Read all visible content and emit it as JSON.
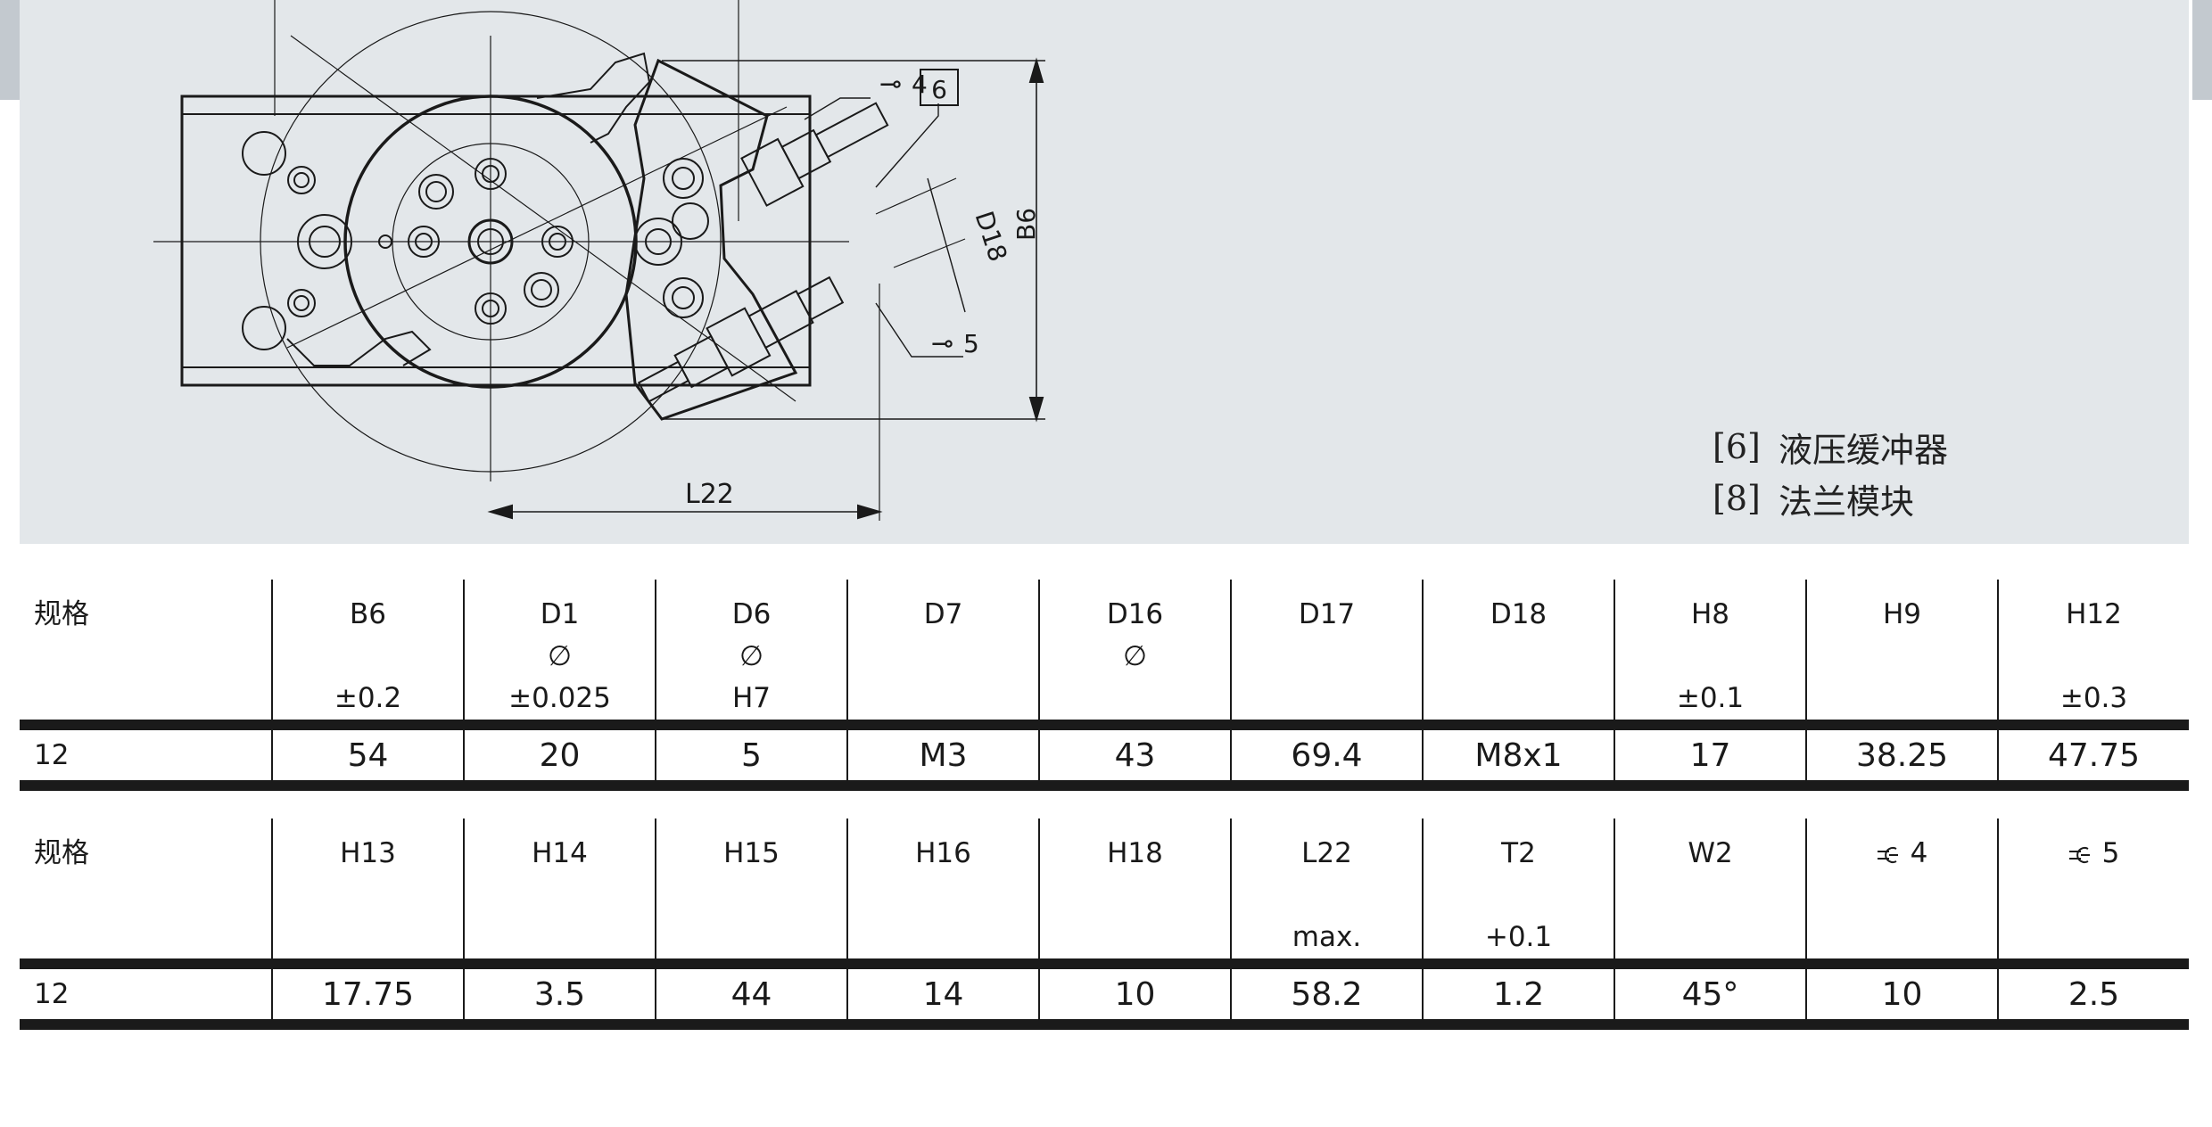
{
  "drawing": {
    "callouts": {
      "wrench4": "4",
      "wrench5": "5",
      "ref6": "6",
      "d18": "D18",
      "b6": "B6",
      "l22": "L22"
    }
  },
  "legend": [
    {
      "ref": "[6]",
      "text": "液压缓冲器"
    },
    {
      "ref": "[8]",
      "text": "法兰模块"
    }
  ],
  "tables": [
    {
      "header": [
        {
          "l1": "规格",
          "l2": "",
          "l3": ""
        },
        {
          "l1": "B6",
          "l2": "",
          "l3": "±0.2"
        },
        {
          "l1": "D1",
          "l2": "∅",
          "l3": "±0.025"
        },
        {
          "l1": "D6",
          "l2": "∅",
          "l3": "H7"
        },
        {
          "l1": "D7",
          "l2": "",
          "l3": ""
        },
        {
          "l1": "D16",
          "l2": "∅",
          "l3": ""
        },
        {
          "l1": "D17",
          "l2": "",
          "l3": ""
        },
        {
          "l1": "D18",
          "l2": "",
          "l3": ""
        },
        {
          "l1": "H8",
          "l2": "",
          "l3": "±0.1"
        },
        {
          "l1": "H9",
          "l2": "",
          "l3": ""
        },
        {
          "l1": "H12",
          "l2": "",
          "l3": "±0.3"
        }
      ],
      "row": [
        "12",
        "54",
        "20",
        "5",
        "M3",
        "43",
        "69.4",
        "M8x1",
        "17",
        "38.25",
        "47.75"
      ]
    },
    {
      "header": [
        {
          "l1": "规格",
          "l2": "",
          "l3": ""
        },
        {
          "l1": "H13",
          "l2": "",
          "l3": ""
        },
        {
          "l1": "H14",
          "l2": "",
          "l3": ""
        },
        {
          "l1": "H15",
          "l2": "",
          "l3": ""
        },
        {
          "l1": "H16",
          "l2": "",
          "l3": ""
        },
        {
          "l1": "H18",
          "l2": "",
          "l3": ""
        },
        {
          "l1": "L22",
          "l2": "",
          "l3": "max."
        },
        {
          "l1": "T2",
          "l2": "",
          "l3": "+0.1"
        },
        {
          "l1": "W2",
          "l2": "",
          "l3": ""
        },
        {
          "l1": "4",
          "l2": "",
          "l3": "",
          "icon": "wrench-icon"
        },
        {
          "l1": "5",
          "l2": "",
          "l3": "",
          "icon": "wrench-icon"
        }
      ],
      "row": [
        "12",
        "17.75",
        "3.5",
        "44",
        "14",
        "10",
        "58.2",
        "1.2",
        "45°",
        "10",
        "2.5"
      ]
    }
  ]
}
